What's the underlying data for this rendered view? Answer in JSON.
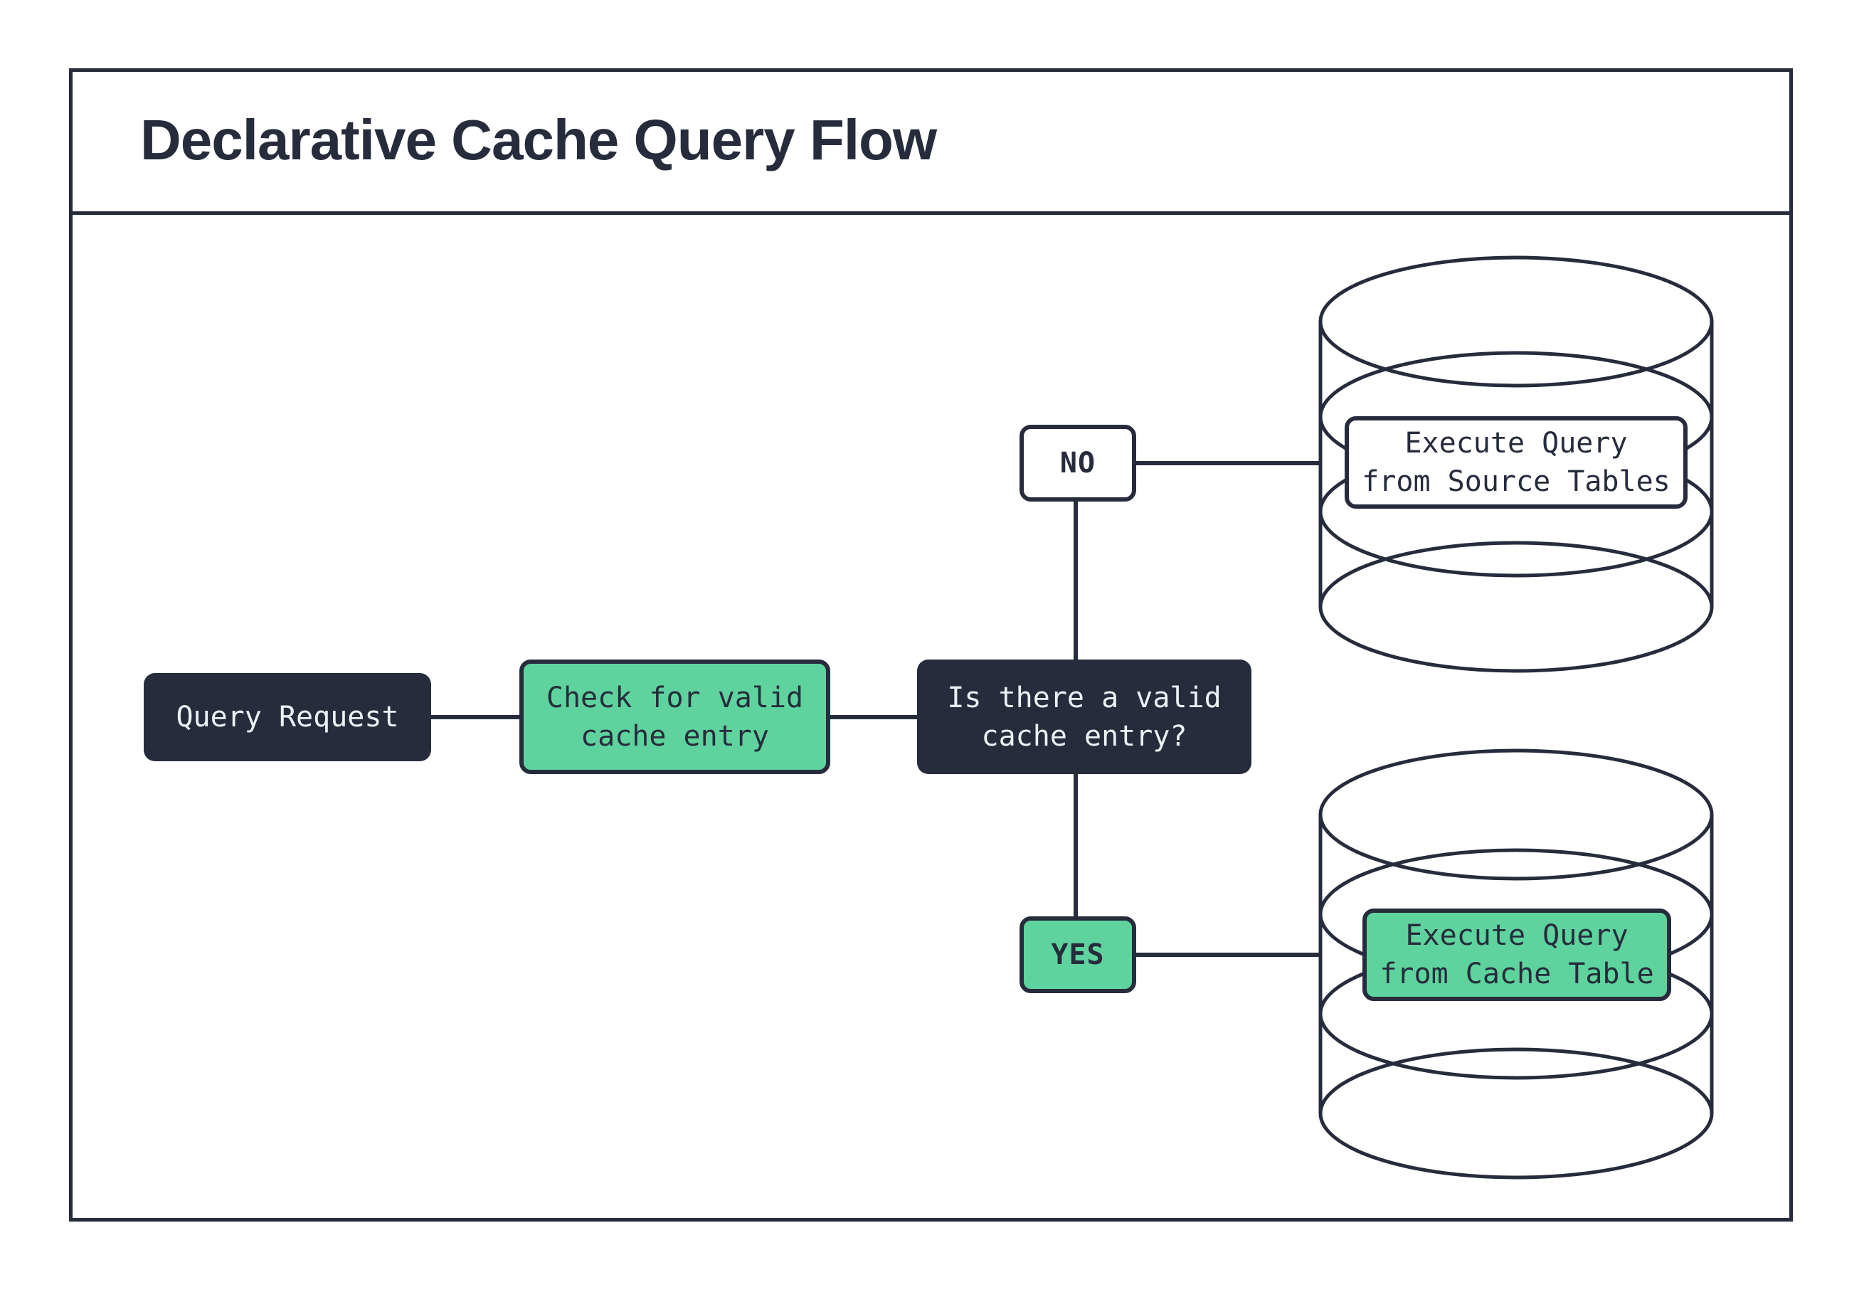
{
  "header": {
    "title": "Declarative Cache Query Flow"
  },
  "diagram": {
    "nodes": {
      "query_request": "Query Request",
      "check_cache": "Check for valid\ncache entry",
      "decision": "Is there a valid\ncache entry?",
      "no_branch": "NO",
      "yes_branch": "YES",
      "execute_source": "Execute Query\nfrom Source Tables",
      "execute_cache": "Execute Query\nfrom Cache Table"
    },
    "icons": [
      "database-icon-source",
      "database-icon-cache"
    ],
    "colors": {
      "dark_navy": "#262c3c",
      "green": "#5fd39e",
      "white": "#ffffff",
      "off_white_text": "#eef1f4"
    }
  }
}
